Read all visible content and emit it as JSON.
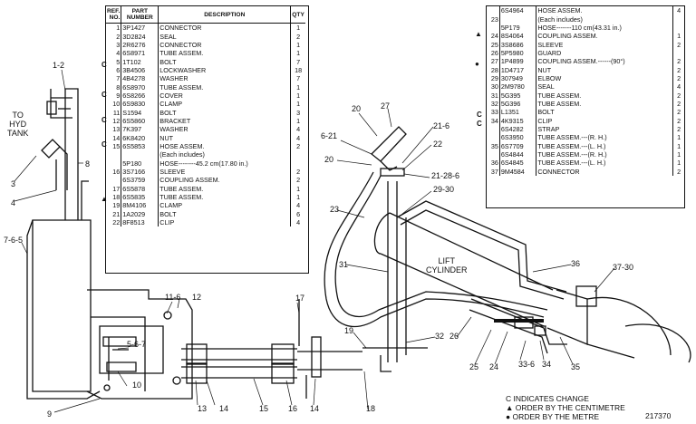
{
  "left_table": {
    "headers": {
      "ref": "REF. NO.",
      "part": "PART NUMBER",
      "desc": "DESCRIPTION",
      "qty": "QTY"
    },
    "rows": [
      {
        "ref": "1",
        "part": "3P1427",
        "desc": "CONNECTOR",
        "qty": "1"
      },
      {
        "ref": "2",
        "part": "3D2824",
        "desc": "SEAL",
        "qty": "2"
      },
      {
        "ref": "3",
        "part": "2R6276",
        "desc": "CONNECTOR",
        "qty": "1"
      },
      {
        "ref": "4",
        "part": "6S8971",
        "desc": "TUBE ASSEM.",
        "qty": "1"
      },
      {
        "ref": "5",
        "part": "1T102",
        "desc": "BOLT",
        "qty": "7"
      },
      {
        "ref": "6",
        "part": "3B4506",
        "desc": "LOCKWASHER",
        "qty": "18"
      },
      {
        "ref": "7",
        "part": "4B4278",
        "desc": "WASHER",
        "qty": "7"
      },
      {
        "ref": "8",
        "part": "6S8970",
        "desc": "TUBE ASSEM.",
        "qty": "1"
      },
      {
        "ref": "9",
        "part": "6S8266",
        "desc": "COVER",
        "qty": "1"
      },
      {
        "ref": "10",
        "part": "6S9830",
        "desc": "CLAMP",
        "qty": "1"
      },
      {
        "ref": "11",
        "part": "S1594",
        "desc": "BOLT",
        "qty": "3"
      },
      {
        "ref": "12",
        "part": "6S5860",
        "desc": "BRACKET",
        "qty": "1"
      },
      {
        "ref": "13",
        "part": "7K397",
        "desc": "WASHER",
        "qty": "4"
      },
      {
        "ref": "14",
        "part": "6K8420",
        "desc": "NUT",
        "qty": "4"
      },
      {
        "ref": "15",
        "part": "6S5853",
        "desc": "HOSE ASSEM.",
        "qty": "2"
      },
      {
        "ref": "",
        "part": "",
        "desc": "(Each includes)",
        "qty": ""
      },
      {
        "ref": "",
        "part": "5P180",
        "desc": "HOSE--------45.2 cm(17.80 in.)",
        "qty": ""
      },
      {
        "ref": "16",
        "part": "3S7166",
        "desc": "SLEEVE",
        "qty": "2"
      },
      {
        "ref": "",
        "part": "6S3759",
        "desc": "COUPLING ASSEM.",
        "qty": "2"
      },
      {
        "ref": "17",
        "part": "6S5878",
        "desc": "TUBE ASSEM.",
        "qty": "1"
      },
      {
        "ref": "18",
        "part": "6S5835",
        "desc": "TUBE ASSEM.",
        "qty": "1"
      },
      {
        "ref": "19",
        "part": "8M4106",
        "desc": "CLAMP",
        "qty": "4"
      },
      {
        "ref": "21",
        "part": "1A2029",
        "desc": "BOLT",
        "qty": "6"
      },
      {
        "ref": "22",
        "part": "8F8513",
        "desc": "CLIP",
        "qty": "4"
      }
    ]
  },
  "right_table": {
    "rows": [
      {
        "ref": "",
        "part": "6S4964",
        "desc": "HOSE ASSEM.",
        "qty": "4"
      },
      {
        "ref": "23",
        "part": "",
        "desc": "(Each includes)",
        "qty": ""
      },
      {
        "ref": "",
        "part": "5P179",
        "desc": "HOSE-------110 cm(43.31 in.)",
        "qty": ""
      },
      {
        "ref": "24",
        "part": "8S4064",
        "desc": "COUPLING ASSEM.",
        "qty": "1"
      },
      {
        "ref": "25",
        "part": "3S8686",
        "desc": "SLEEVE",
        "qty": "2"
      },
      {
        "ref": "26",
        "part": "5P5980",
        "desc": "GUARD",
        "qty": ""
      },
      {
        "ref": "27",
        "part": "1P4899",
        "desc": "COUPLING ASSEM.------(90°)",
        "qty": "2"
      },
      {
        "ref": "28",
        "part": "1D4717",
        "desc": "NUT",
        "qty": "2"
      },
      {
        "ref": "29",
        "part": "307949",
        "desc": "ELBOW",
        "qty": "2"
      },
      {
        "ref": "30",
        "part": "2M9780",
        "desc": "SEAL",
        "qty": "4"
      },
      {
        "ref": "31",
        "part": "5G395",
        "desc": "TUBE ASSEM.",
        "qty": "2"
      },
      {
        "ref": "32",
        "part": "5G396",
        "desc": "TUBE ASSEM.",
        "qty": "2"
      },
      {
        "ref": "33",
        "part": "L1351",
        "desc": "BOLT",
        "qty": "2"
      },
      {
        "ref": "34",
        "part": "4K9315",
        "desc": "CLIP",
        "qty": "2"
      },
      {
        "ref": "",
        "part": "6S4282",
        "desc": "STRAP",
        "qty": "2"
      },
      {
        "ref": "",
        "part": "6S3950",
        "desc": "TUBE ASSEM.---(R. H.)",
        "qty": "1"
      },
      {
        "ref": "35",
        "part": "6S7709",
        "desc": "TUBE ASSEM.---(L. H.)",
        "qty": "1"
      },
      {
        "ref": "",
        "part": "6S4844",
        "desc": "TUBE ASSEM.---(R. H.)",
        "qty": "1"
      },
      {
        "ref": "36",
        "part": "6S4845",
        "desc": "TUBE ASSEM.---(L. H.)",
        "qty": "1"
      },
      {
        "ref": "37",
        "part": "9M4584",
        "desc": "CONNECTOR",
        "qty": "2"
      }
    ]
  },
  "callouts": {
    "to_hyd_tank": "TO\nHYD\nTANK",
    "lift_cylinder": "LIFT\nCYLINDER",
    "c1_2": "1-2",
    "c3": "3",
    "c4": "4",
    "c8": "8",
    "c7_6_5": "7-6-5",
    "c9": "9",
    "c11_6": "11-6",
    "c12": "12",
    "c5_6_7": "5-6-7",
    "c10": "10",
    "c13": "13",
    "c14a": "14",
    "c15": "15",
    "c16": "16",
    "c14b": "14",
    "c17": "17",
    "c18": "18",
    "c19": "19",
    "c20a": "20",
    "c27": "27",
    "c6_21": "6-21",
    "c20b": "20",
    "c21_6": "21-6",
    "c22": "22",
    "c21_28_6": "21-28-6",
    "c29_30": "29-30",
    "c23": "23",
    "c31": "31",
    "c32": "32",
    "c26": "26",
    "c25": "25",
    "c24": "24",
    "c33_6": "33-6",
    "c34": "34",
    "c35": "35",
    "c36": "36",
    "c37_30": "37-30"
  },
  "legend": {
    "change": "C INDICATES CHANGE",
    "centimetre": "▲ ORDER BY THE CENTIMETRE",
    "metre": "● ORDER BY THE METRE"
  },
  "figure_number": "217370",
  "marks": {
    "c": "C",
    "triangle": "▲",
    "dot": "●"
  }
}
